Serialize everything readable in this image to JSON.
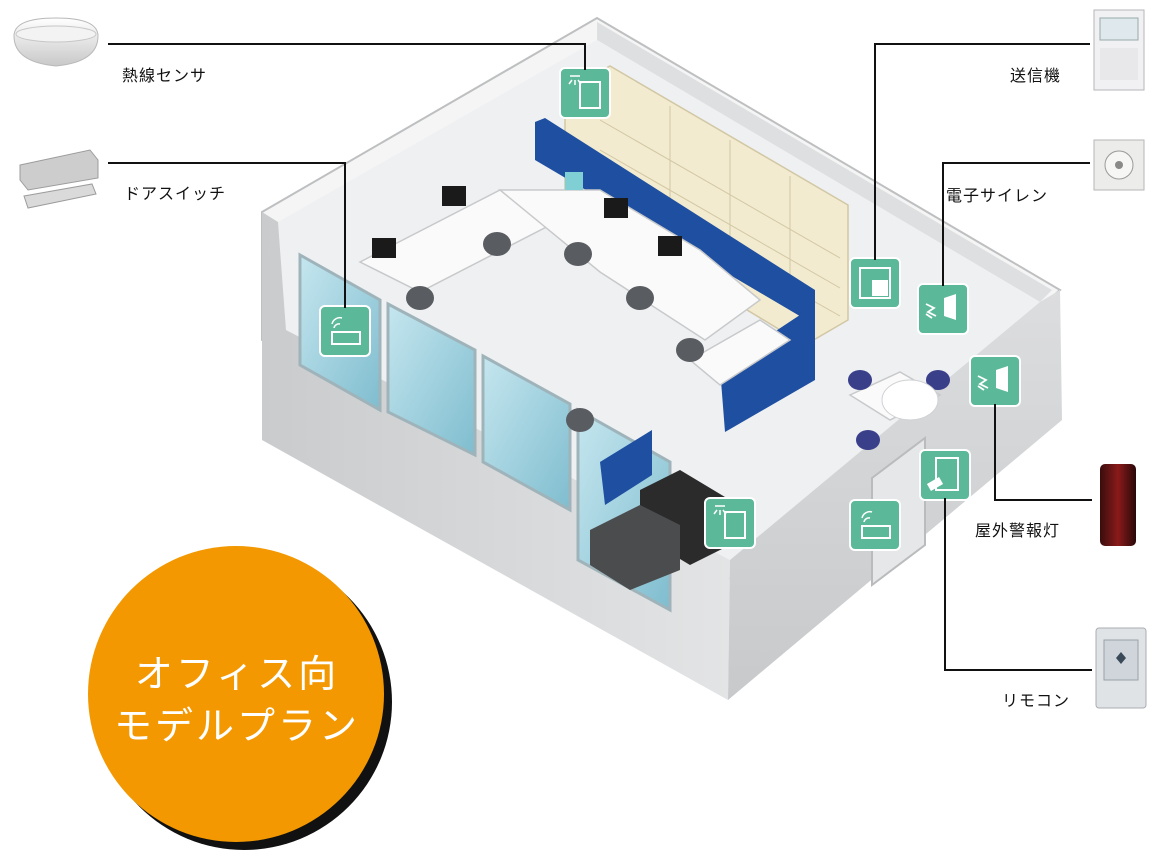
{
  "devices": {
    "heat_sensor": "熱線センサ",
    "door_switch": "ドアスイッチ",
    "transmitter": "送信機",
    "electronic_siren": "電子サイレン",
    "outdoor_alarm_light": "屋外警報灯",
    "remote_control": "リモコン"
  },
  "badge": {
    "line1": "オフィス向",
    "line2": "モデルプラン",
    "color": "#F39800"
  },
  "colors": {
    "sensor_marker": "#5BB99A",
    "partition": "#1E4FA0",
    "shelving": "#F3EBCF",
    "floor": "#EEF0F2",
    "wall": "#D6D8DA"
  }
}
